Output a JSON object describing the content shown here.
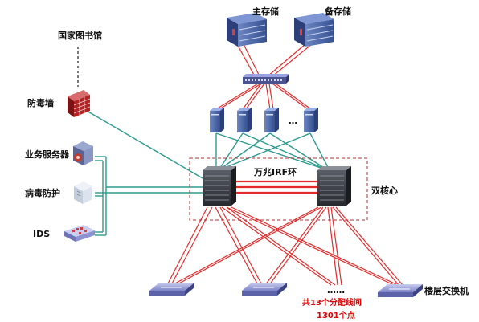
{
  "labels": {
    "main_storage": "主存储",
    "backup_storage": "备存储",
    "library": "国家图书馆",
    "firewall": "防毒墙",
    "business_server": "业务服务器",
    "antivirus": "病毒防护",
    "ids": "IDS",
    "irf_ring": "万兆IRF环",
    "dual_core": "双核心",
    "server_ellipsis": "…",
    "floor_ellipsis": "……",
    "floor_switch": "楼层交换机",
    "footnote_line1": "共13个分配线间",
    "footnote_line2": "1301个点"
  },
  "colors": {
    "red_link": "#e32b2b",
    "teal_link": "#2e9b8e",
    "device_blue": "#3b5a9a",
    "dashed_box": "#b03030"
  }
}
